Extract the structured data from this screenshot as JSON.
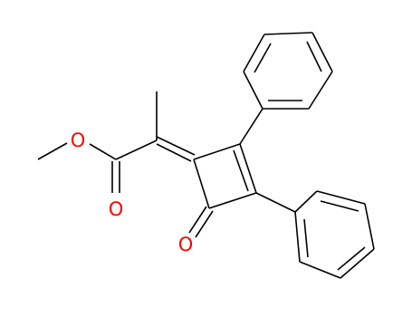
{
  "molecule": {
    "atoms": {
      "ester_oxygen": "O",
      "carbonyl_oxygen_ester": "O",
      "ketone_oxygen": "O"
    },
    "colors": {
      "bond": "#000000",
      "oxygen": "#ff0000",
      "background": "#ffffff"
    }
  }
}
